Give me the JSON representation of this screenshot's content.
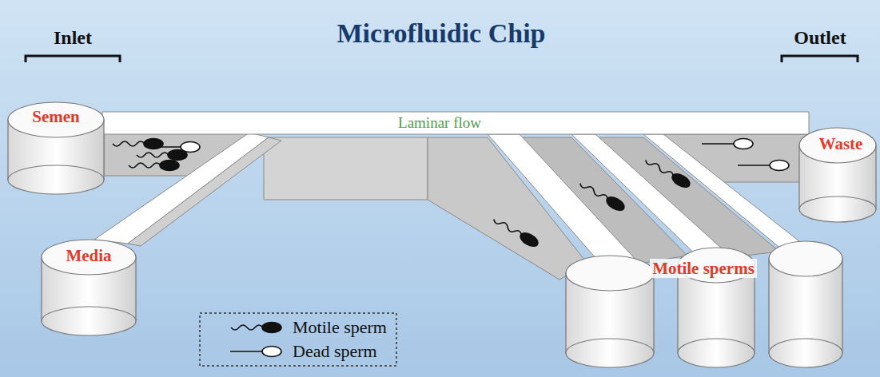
{
  "diagram": {
    "title": "Microfluidic Chip",
    "nodes": [
      {
        "text": [
          "Semen"
        ]
      },
      {
        "text": [
          "Media"
        ]
      },
      {
        "text": [
          "Waste"
        ]
      }
    ],
    "labels": [
      "Inlet",
      "Outlet",
      "Laminar flow",
      "Motile sperms"
    ],
    "legend": [
      {
        "text": "Motile sperm"
      },
      {
        "text": "Dead sperm"
      }
    ]
  }
}
